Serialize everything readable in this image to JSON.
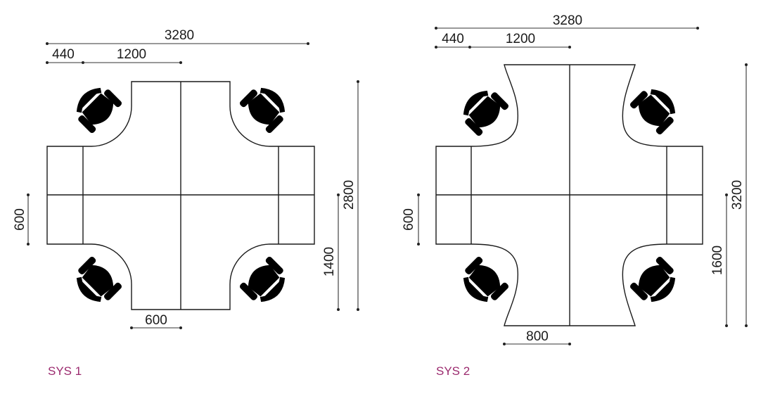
{
  "systems": [
    {
      "label": "SYS 1",
      "dims": {
        "total_width": "3280",
        "return_width": "440",
        "desk_width": "1200",
        "desk_depth": "600",
        "return_depth": "600",
        "half_length": "1400",
        "total_length": "2800"
      }
    },
    {
      "label": "SYS 2",
      "dims": {
        "total_width": "3280",
        "return_width": "440",
        "desk_width": "1200",
        "desk_depth": "800",
        "return_depth": "600",
        "half_length": "1600",
        "total_length": "3200"
      }
    }
  ],
  "colors": {
    "label": "#9b2a6e",
    "line": "#1a1a1a"
  },
  "icons": {
    "chair": "office-chair-icon"
  }
}
